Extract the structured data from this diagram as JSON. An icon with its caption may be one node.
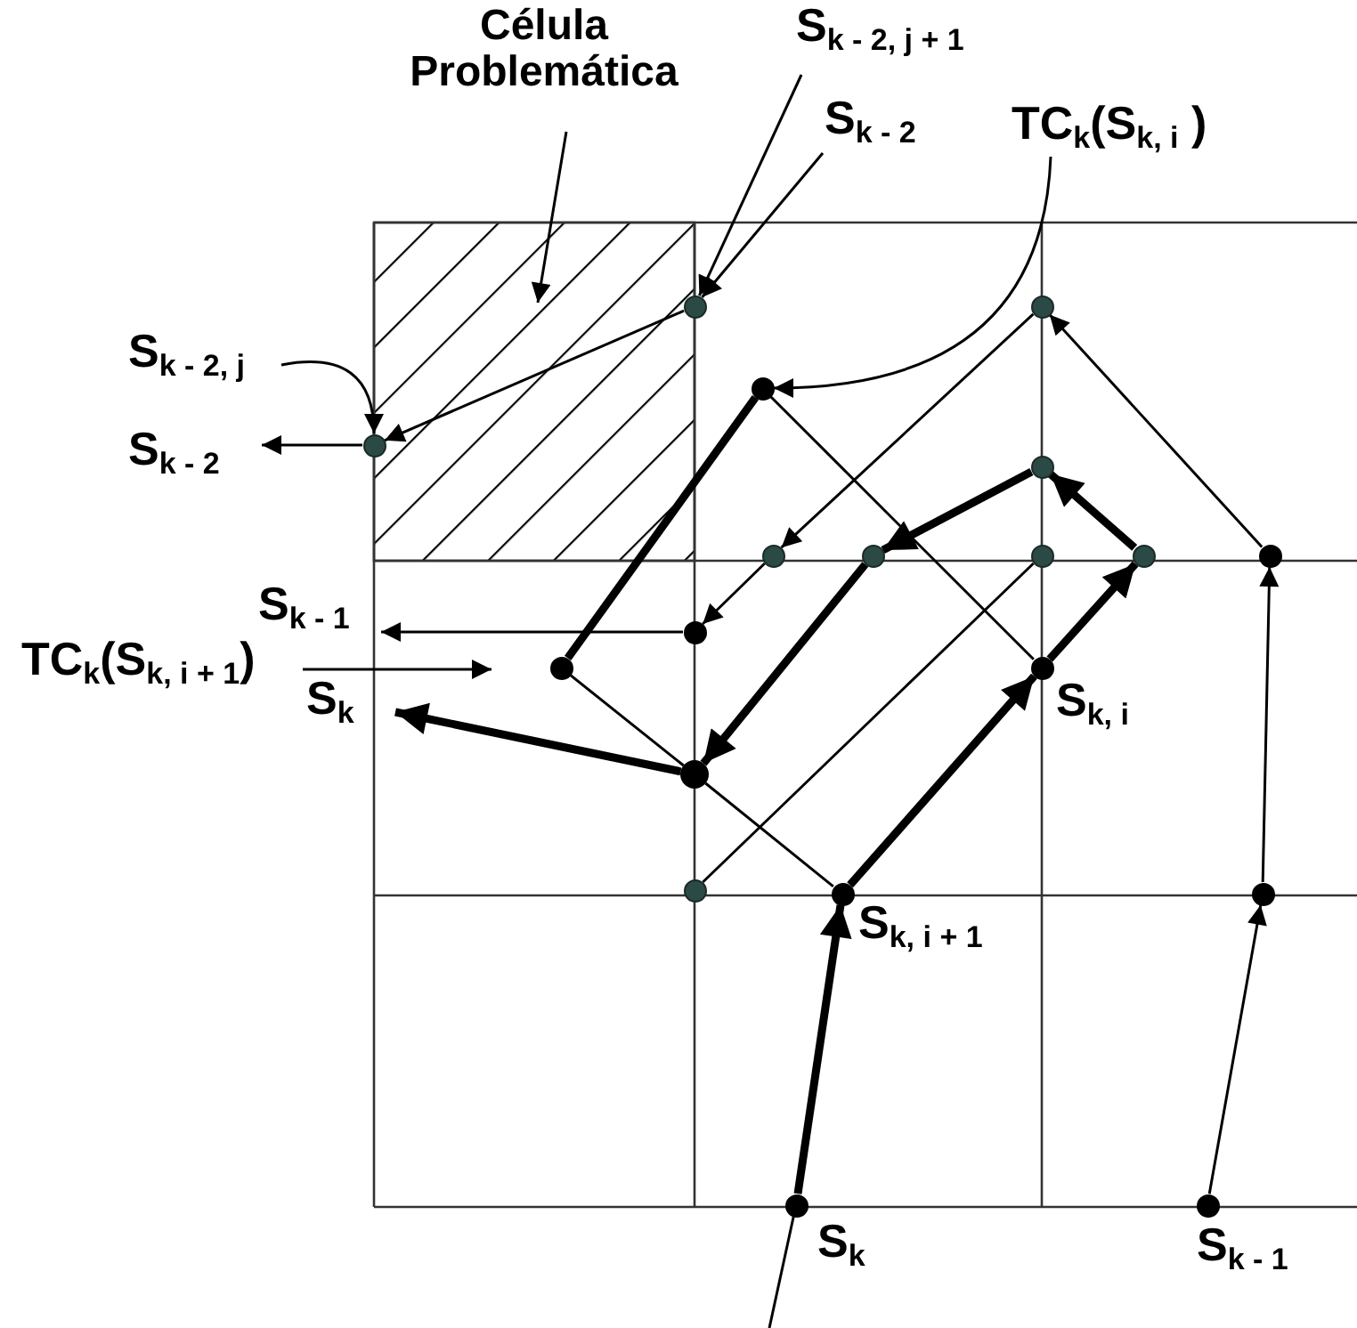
{
  "diagram": {
    "nodes": [
      {
        "text": [
          "Célula Problemática"
        ]
      },
      {
        "text": [
          "S$_{k - 2, j + 1}$"
        ]
      },
      {
        "text": [
          "S$_{k - 2}$"
        ]
      },
      {
        "text": [
          "TC$_{k}$(S$_{k, i}$ )"
        ]
      },
      {
        "text": [],
        "shape": "circle"
      },
      {
        "text": [],
        "shape": "circle"
      },
      {
        "text": [],
        "shape": "circle"
      },
      {
        "text": [
          "S$_{k - 2, j}$"
        ]
      },
      {
        "text": [],
        "shape": "circle"
      },
      {
        "text": [
          "S$_{k - 2}$"
        ]
      },
      {
        "text": [],
        "shape": "circle"
      },
      {
        "text": [],
        "shape": "circle"
      },
      {
        "text": [],
        "shape": "circle"
      },
      {
        "text": [],
        "shape": "circle"
      },
      {
        "text": [],
        "shape": "circle"
      },
      {
        "text": [],
        "shape": "circle"
      },
      {
        "text": [
          "S$_{k - 1}$"
        ]
      },
      {
        "text": [],
        "shape": "circle"
      },
      {
        "text": [
          "TC$_{k}$(S$_{k, i + 1}$)"
        ]
      },
      {
        "text": [],
        "shape": "circle"
      },
      {
        "text": [],
        "shape": "circle",
        "beside": [
          "S$_{k, i}$"
        ]
      },
      {
        "text": [
          "S$_{k}$"
        ]
      },
      {
        "text": [],
        "shape": "circle"
      },
      {
        "text": [],
        "shape": "circle"
      },
      {
        "text": [],
        "shape": "circle",
        "beside": [
          "S$_{k, i + 1}$"
        ]
      },
      {
        "text": [],
        "shape": "circle"
      },
      {
        "text": [],
        "shape": "circle",
        "beside": [
          "S$_{k}$"
        ]
      },
      {
        "text": [],
        "shape": "circle",
        "beside": [
          "S$_{k - 1}$"
        ]
      }
    ],
    "edges": [
      {
        "from": 0,
        "to": null,
        "arrow": "to"
      },
      {
        "from": 1,
        "to": 4,
        "arrow": "to"
      },
      {
        "from": 2,
        "to": 4,
        "arrow": "to"
      },
      {
        "from": 3,
        "to": 6,
        "arrow": "to"
      },
      {
        "from": 7,
        "to": 8,
        "arrow": "to"
      },
      {
        "from": 18,
        "to": null,
        "arrow": "to"
      },
      {
        "from": 4,
        "to": 8,
        "arrow": "to"
      },
      {
        "from": 8,
        "to": 9,
        "arrow": "to"
      },
      {
        "from": 5,
        "to": 11,
        "arrow": "to"
      },
      {
        "from": 11,
        "to": 17,
        "arrow": "to"
      },
      {
        "from": 17,
        "to": 16,
        "arrow": "to"
      },
      {
        "from": 6,
        "to": 19,
        "arrow": "none",
        "style": "thick"
      },
      {
        "from": 19,
        "to": 22,
        "arrow": "none"
      },
      {
        "from": 22,
        "to": 24,
        "arrow": "none"
      },
      {
        "from": 6,
        "to": 20,
        "arrow": "none"
      },
      {
        "from": 15,
        "to": 5,
        "arrow": "to"
      },
      {
        "from": 25,
        "to": 15,
        "arrow": "to"
      },
      {
        "from": 27,
        "to": 25,
        "arrow": "to"
      },
      {
        "from": 23,
        "to": 13,
        "arrow": "none"
      },
      {
        "from": null,
        "to": 26,
        "arrow": "none"
      },
      {
        "from": 26,
        "to": 24,
        "arrow": "to",
        "style": "thick"
      },
      {
        "from": 24,
        "to": 20,
        "arrow": "to",
        "style": "thick"
      },
      {
        "from": 20,
        "to": 14,
        "arrow": "to",
        "style": "thick"
      },
      {
        "from": 14,
        "to": 10,
        "arrow": "to",
        "style": "thick"
      },
      {
        "from": 10,
        "to": 12,
        "arrow": "to",
        "style": "thick"
      },
      {
        "from": 12,
        "to": 22,
        "arrow": "to",
        "style": "thick"
      },
      {
        "from": 22,
        "to": 21,
        "arrow": "to",
        "style": "thick"
      }
    ]
  }
}
